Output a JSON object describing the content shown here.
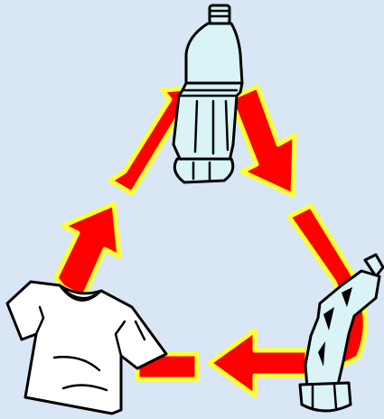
{
  "diagram": {
    "background": "#d8e6f5",
    "arrow_fill": "#ff0000",
    "arrow_outline": "#ffff33",
    "item_fill": "#ffffff",
    "bottle_tint": "#d9f3f6",
    "line_color": "#000000",
    "stages": [
      {
        "name": "new-plastic-bottle",
        "icon": "plastic-bottle-icon"
      },
      {
        "name": "crushed-plastic-bottle",
        "icon": "crushed-bottle-icon"
      },
      {
        "name": "recycled-t-shirt",
        "icon": "t-shirt-icon"
      }
    ]
  }
}
